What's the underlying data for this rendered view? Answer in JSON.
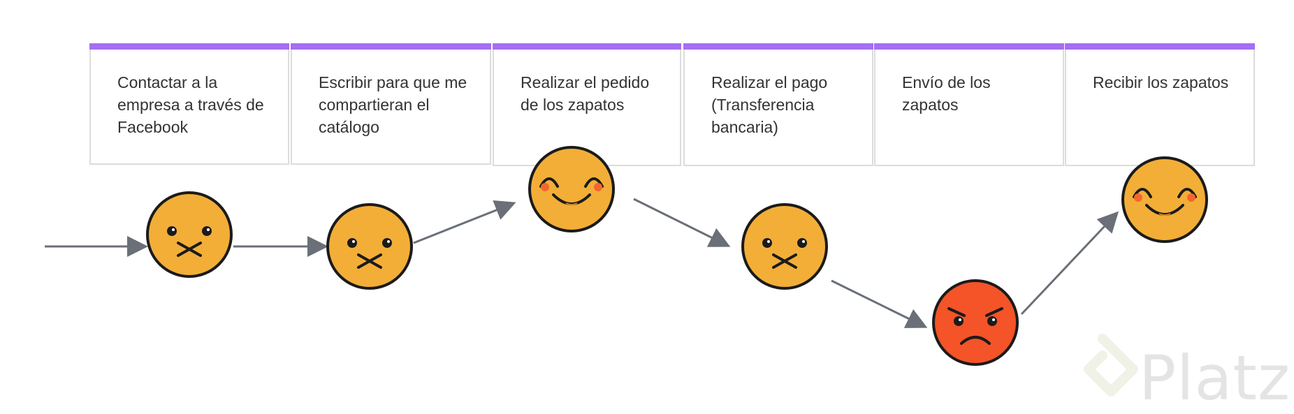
{
  "stages": [
    {
      "label": "Contactar a la empresa a través de Facebook",
      "mood": "neutral-muted"
    },
    {
      "label": "Escribir para que me compartieran el catálogo",
      "mood": "neutral-muted"
    },
    {
      "label": "Realizar el pedido de los zapatos",
      "mood": "happy"
    },
    {
      "label": "Realizar el pago (Transferencia bancaria)",
      "mood": "neutral-muted"
    },
    {
      "label": "Envío de los zapatos",
      "mood": "angry"
    },
    {
      "label": "Recibir los zapatos",
      "mood": "happy"
    }
  ],
  "colors": {
    "accent_bar": "#a56ef3",
    "face_neutral": "#f3ae38",
    "face_angry": "#f55328",
    "arrow": "#6a6f78"
  },
  "watermark": {
    "text": "Platzi"
  }
}
